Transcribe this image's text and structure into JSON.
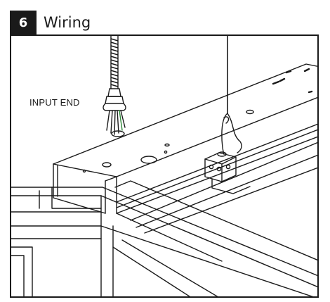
{
  "step": {
    "number": "6",
    "title": "Wiring"
  },
  "callouts": {
    "input_end": "INPUT END"
  },
  "colors": {
    "ink": "#1a1a1a",
    "badge_bg": "#1a1a1a",
    "badge_text": "#ffffff",
    "background": "#ffffff"
  }
}
